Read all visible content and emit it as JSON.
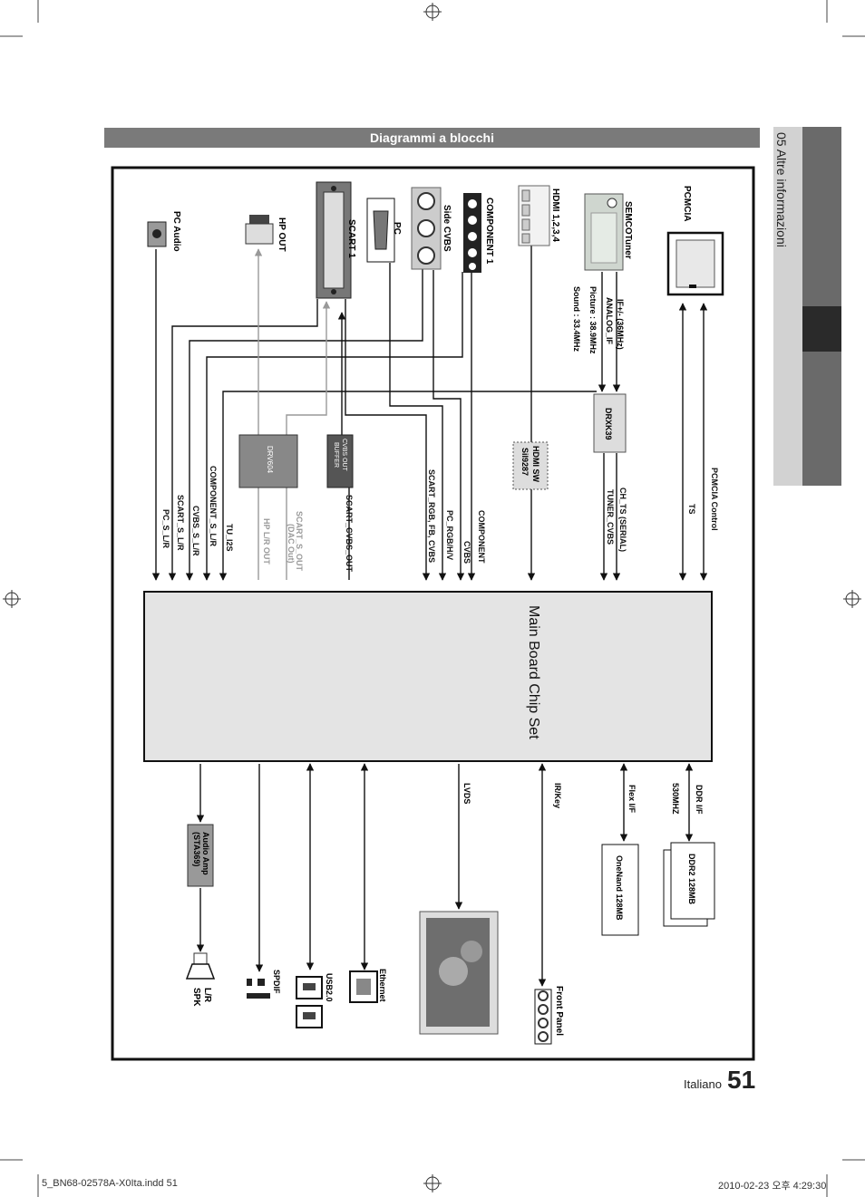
{
  "section": {
    "title": "Diagrammi a blocchi"
  },
  "side_tab": {
    "label": "05   Altre informazioni"
  },
  "page": {
    "language": "Italiano",
    "number": "51"
  },
  "footer": {
    "file": "5_BN68-02578A-X0Ita.indd   51",
    "timestamp": "2010-02-23   오후 4:29:30"
  },
  "diagram": {
    "main_chip": "Main Board Chip Set",
    "inputs": {
      "pcmcia": "PCMCIA",
      "semcotuner": "SEMCOTuner",
      "hdmi": "HDMI 1,2,3,4",
      "component1": "COMPONENT 1",
      "side_cvbs": "Side CVBS",
      "pc": "PC",
      "scart1": "SCART 1",
      "hp_out": "HP OUT",
      "pc_audio": "PC Audio"
    },
    "tuner_if": [
      "IF+/- (36MHz)",
      "ANALOG_IF",
      "Picture : 38.9MHz",
      "Sound : 33.4MHz"
    ],
    "chips": {
      "drxk39": "DRXK39",
      "hdmi_sw": [
        "HDMI SW",
        "SiI9287"
      ],
      "cvbs_buffer": [
        "CVBS OUT",
        "BUFFER"
      ],
      "drv604": "DRV604"
    },
    "signals": {
      "pcmcia_control": "PCMCIA Control",
      "ts": "TS",
      "ch_ts": "CH_TS (SERIAL)",
      "tuner_cvbs": "TUNER_CVBS",
      "component": "COMPONENT",
      "cvbs": "CVBS",
      "pc_rgb": "PC_RGB/H/V",
      "scart_rgb": "SCART_RGB, FB, CVBS",
      "scart_cvbs_out": "SCART_CVBS_OUT",
      "scart_s_out": "SCART_S_OUT",
      "dac_out": "(DAC Out)",
      "hp_lr_out": "HP L/R OUT",
      "tu_i2s": "TU_I2S",
      "component_s_lr": "COMPONENT_S_L/R",
      "cvbs_s_lr": "CVBS_S_L/R",
      "scart_s_lr": "SCART_S_L/R",
      "pc_s_lr": "PC_S_L/R"
    },
    "outputs": {
      "ddr_if": "DDR I/F",
      "mhz": "530MHZ",
      "ddr2": "DDR2 128MB",
      "flex_if": "Flex I/F",
      "onenand": "OneNand 128MB",
      "ir_key": "IR/Key",
      "front_panel": "Front Panel",
      "lvds": "LVDS",
      "ethernet": "Ethernet",
      "usb": "USB2.0",
      "spdif": "SPDIF",
      "audio_amp": [
        "Audio Amp",
        "(STA369)"
      ],
      "lr_spk": [
        "L/R",
        "SPK"
      ]
    }
  }
}
